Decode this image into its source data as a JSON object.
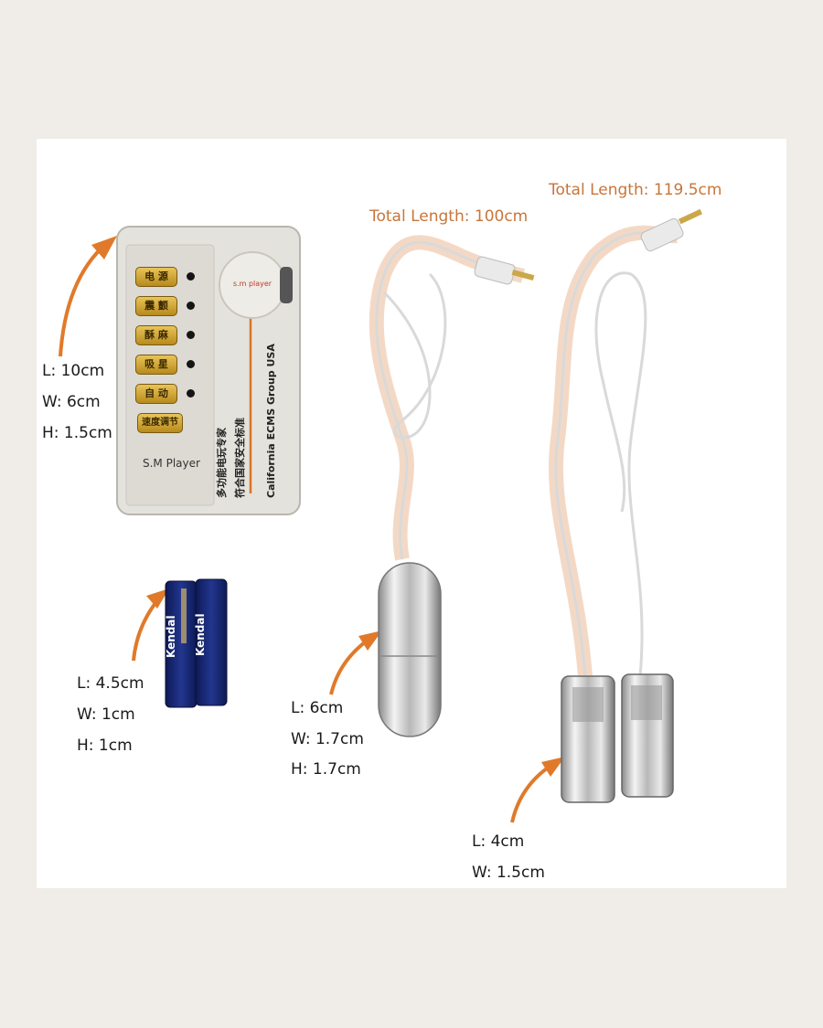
{
  "controller": {
    "buttons": [
      "电 源",
      "震 颤",
      "酥 麻",
      "吸 星",
      "自 动",
      "速度调节"
    ],
    "brand_badge": "s.m player",
    "panel_label": "S.M Player",
    "side_text_1": "多功能电玩专家",
    "side_text_2": "符合国家安全标准",
    "side_text_3": "California ECMS Group USA",
    "dims": {
      "l": "L: 10cm",
      "w": "W: 6cm",
      "h": "H: 1.5cm"
    }
  },
  "battery": {
    "brand": "Kendal",
    "dims": {
      "l": "L: 4.5cm",
      "w": "W: 1cm",
      "h": "H: 1cm"
    }
  },
  "bullet": {
    "cable_length": "Total Length: 100cm",
    "dims": {
      "l": "L: 6cm",
      "w": "W: 1.7cm",
      "h": "H: 1.7cm"
    }
  },
  "clamps": {
    "cable_length": "Total Length: 119.5cm",
    "dims": {
      "l": "L: 4cm",
      "w": "W: 1.5cm"
    }
  },
  "colors": {
    "accent_orange": "#e07a2a",
    "label_orange": "#c8753a",
    "background": "#f0ece7"
  }
}
